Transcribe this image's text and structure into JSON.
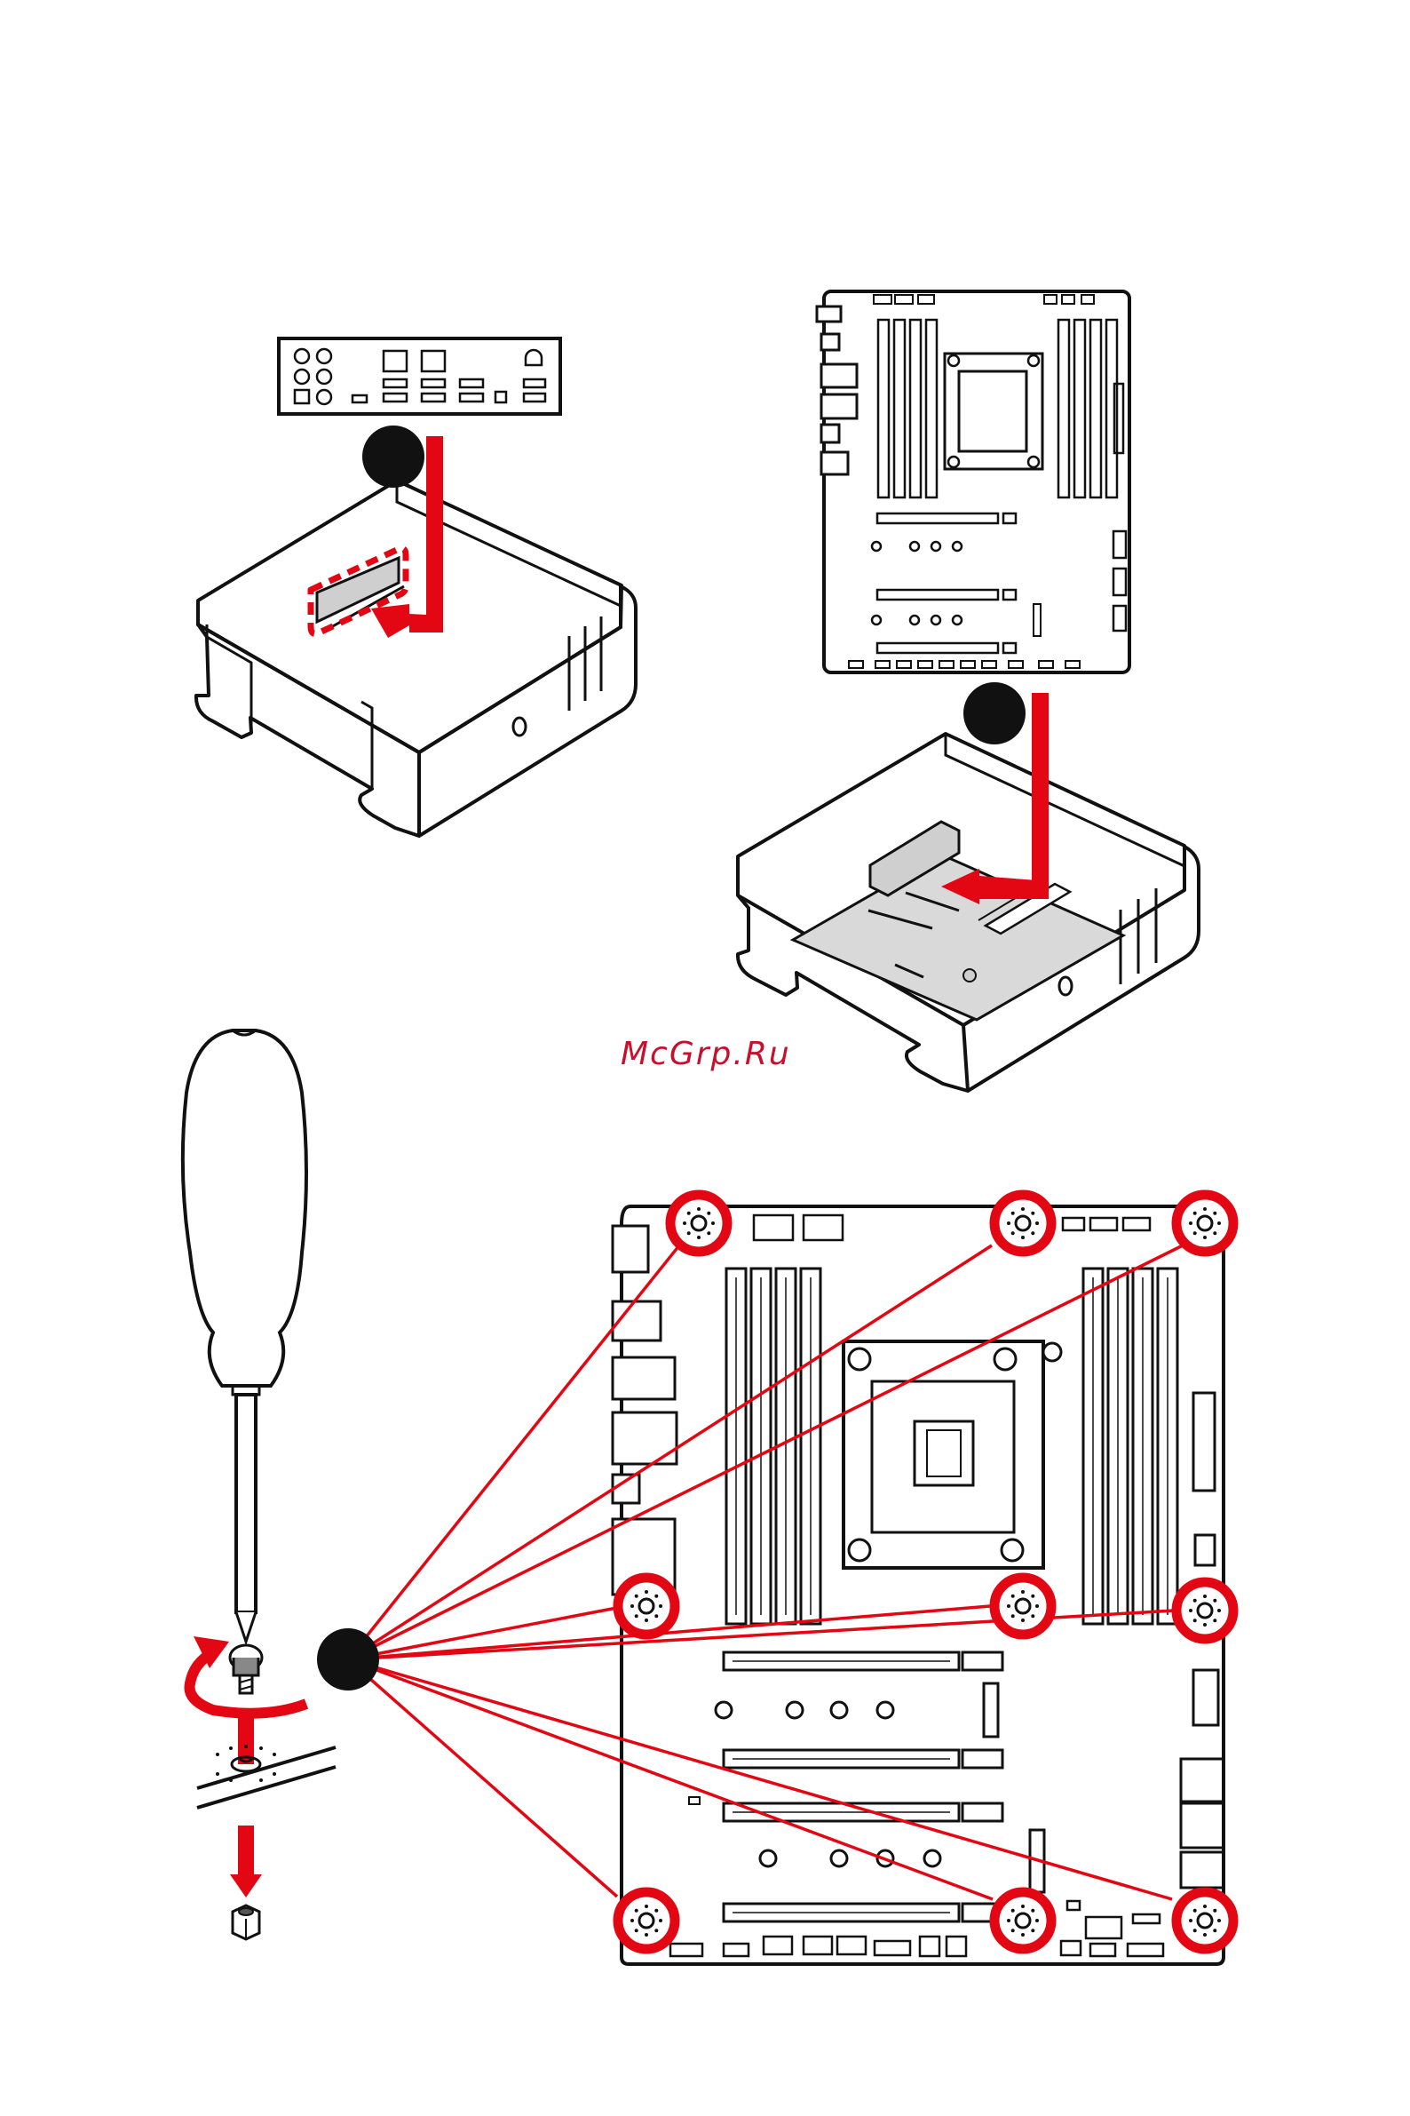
{
  "watermark": "McGrp.Ru",
  "steps": [
    {
      "id": "install-io-shield",
      "number": ""
    },
    {
      "id": "place-motherboard",
      "number": ""
    },
    {
      "id": "fasten-screws",
      "number": ""
    }
  ],
  "colors": {
    "accent": "#e30613",
    "line": "#111111",
    "fill_grey": "#cfcfcf",
    "background": "#ffffff"
  },
  "icons": [
    "io-shield-icon",
    "pc-case-icon",
    "motherboard-icon",
    "screwdriver-icon",
    "screw-icon",
    "standoff-icon",
    "rotate-arrow-icon",
    "down-arrow-icon"
  ],
  "screw_hole_count": 9
}
